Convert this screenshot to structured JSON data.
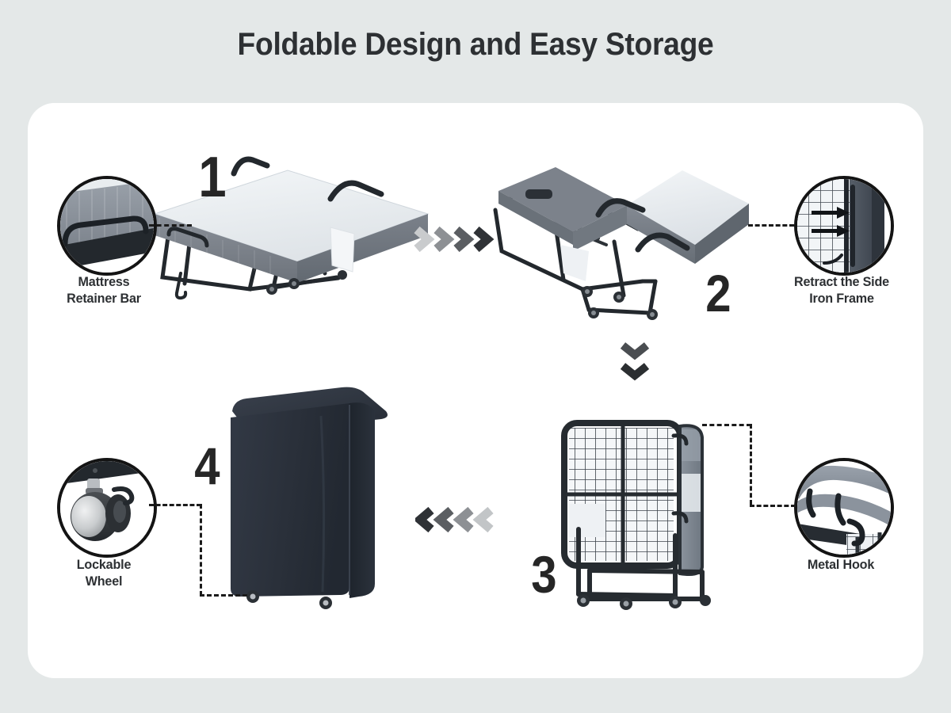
{
  "page": {
    "title": "Foldable Design and Easy Storage",
    "background_color": "#e4e8e8",
    "card_color": "#ffffff"
  },
  "steps": [
    {
      "id": "step-1",
      "number": "1",
      "caption": "Flat open rollaway bed with mattress"
    },
    {
      "id": "step-2",
      "number": "2",
      "caption": "Bed partially folded with raised head section"
    },
    {
      "id": "step-3",
      "number": "3",
      "caption": "Fully folded bed frame on casters"
    },
    {
      "id": "step-4",
      "number": "4",
      "caption": "Folded bed covered with storage cover"
    }
  ],
  "callouts": [
    {
      "id": "callout-mattress-retainer-bar",
      "label_lines": [
        "Mattress",
        "Retainer Bar"
      ],
      "detail": "mattress-retainer-bar-detail"
    },
    {
      "id": "callout-retract-side-iron-frame",
      "label_lines": [
        "Retract the Side",
        "Iron Frame"
      ],
      "detail": "retract-side-iron-frame-detail"
    },
    {
      "id": "callout-lockable-wheel",
      "label_lines": [
        "Lockable",
        "Wheel"
      ],
      "detail": "lockable-wheel-detail"
    },
    {
      "id": "callout-metal-hook",
      "label_lines": [
        "Metal Hook"
      ],
      "detail": "metal-hook-detail"
    }
  ],
  "flow": {
    "arrow_right": {
      "name": "chevron-right-arrows",
      "count": 4,
      "colors": [
        "#c9cbcd",
        "#8d9094",
        "#5b5e62",
        "#2f3236"
      ]
    },
    "arrow_down": {
      "name": "chevron-down-arrows",
      "count": 2,
      "colors": [
        "#4a4d51",
        "#2b2e31"
      ]
    },
    "arrow_left": {
      "name": "chevron-left-arrows",
      "count": 4,
      "colors": [
        "#2f3236",
        "#5b5e62",
        "#8d9094",
        "#c2c5c7"
      ]
    }
  },
  "colors": {
    "text": "#2d3033",
    "frame_black": "#262b30",
    "mattress_top": "#eef1f3",
    "mattress_side": "#7d838b",
    "cover": "#2b313a",
    "dash": "#1b1b1b"
  }
}
